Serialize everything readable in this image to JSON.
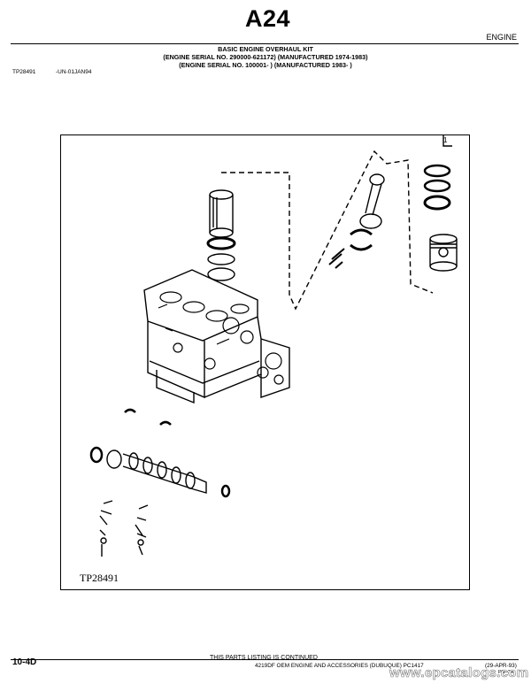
{
  "header": {
    "page_code": "A24",
    "section": "ENGINE",
    "title_lines": [
      "BASIC ENGINE OVERHAUL KIT",
      "(ENGINE SERIAL NO. 290000-621172) (MANUFACTURED 1974-1983)",
      "(ENGINE SERIAL NO. 100001-        ) (MANUFACTURED 1983-    )"
    ],
    "ref_code": "TP28491",
    "ref_date": "-UN-01JAN94"
  },
  "figure": {
    "callout": "1",
    "label": "TP28491"
  },
  "footer": {
    "page_number": "10-4D",
    "continued": "THIS PARTS LISTING IS CONTINUED",
    "catalog_line": "4219DF OEM ENGINE AND ACCESSORIES (DUBUQUE)  PC1417",
    "date": "(29-APR-93)",
    "pn": "PN=24"
  },
  "watermark": "www.epcatalogs.com"
}
